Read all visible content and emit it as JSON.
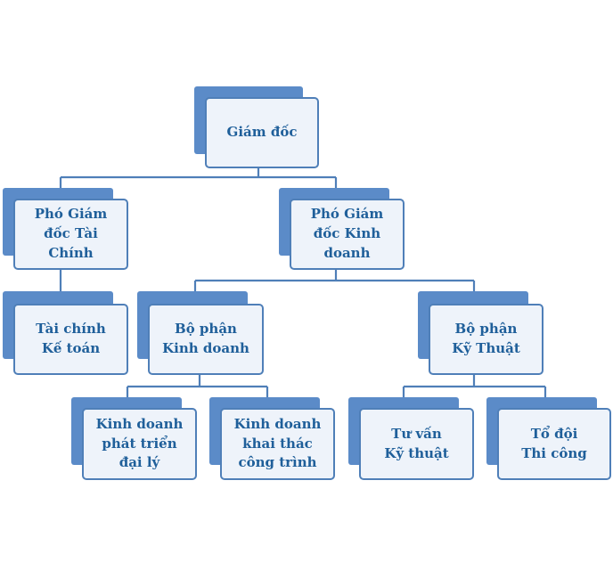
{
  "org_chart": {
    "nodes": [
      {
        "id": "giam-doc",
        "label": "Giám đốc"
      },
      {
        "id": "pho-giam-doc-tai-chinh",
        "label": "Phó Giám\nđốc Tài\nChính"
      },
      {
        "id": "pho-giam-doc-kinh-doanh",
        "label": "Phó Giám\nđốc Kinh\ndoanh"
      },
      {
        "id": "tai-chinh-ke-toan",
        "label": "Tài chính\nKế toán"
      },
      {
        "id": "bo-phan-kinh-doanh",
        "label": "Bộ phận\nKinh doanh"
      },
      {
        "id": "bo-phan-ky-thuat",
        "label": "Bộ phận\nKỹ Thuật"
      },
      {
        "id": "kinh-doanh-phat-trien-dai-ly",
        "label": "Kinh doanh\nphát triển\nđại lý"
      },
      {
        "id": "kinh-doanh-khai-thac-cong-trinh",
        "label": "Kinh doanh\nkhai thác\ncông trình"
      },
      {
        "id": "tu-van-ky-thuat",
        "label": "Tư vấn\nKỹ thuật"
      },
      {
        "id": "to-doi-thi-cong",
        "label": "Tổ đội\nThi công"
      }
    ]
  },
  "colors": {
    "shadow": "#5b8bc8",
    "card_fill": "#eef3fa",
    "border": "#4f7fb8",
    "text": "#1f5f9a",
    "connector": "#4f7fb8"
  }
}
